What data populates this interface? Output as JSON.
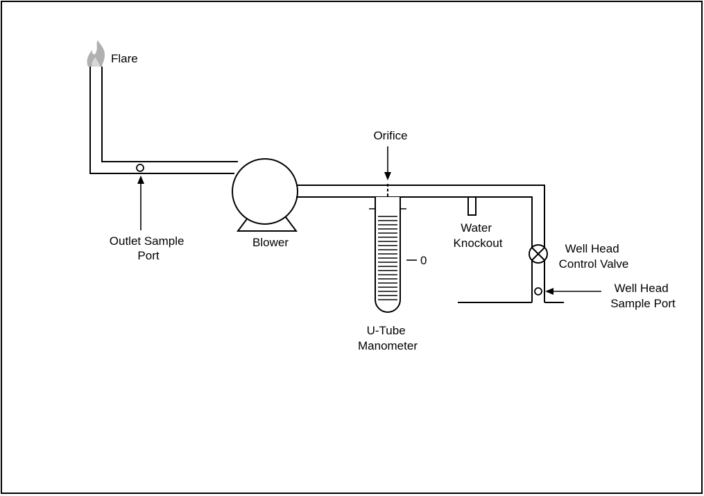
{
  "labels": {
    "flare": "Flare",
    "orifice": "Orifice",
    "outlet_sample_port": [
      "Outlet Sample",
      "Port"
    ],
    "blower": "Blower",
    "water_knockout": [
      "Water",
      "Knockout"
    ],
    "well_head_control_valve": [
      "Well Head",
      "Control Valve"
    ],
    "well_head_sample_port": [
      "Well Head",
      "Sample Port"
    ],
    "manometer_zero": "0",
    "u_tube_manometer": [
      "U-Tube",
      "Manometer"
    ]
  },
  "colors": {
    "line": "#000000",
    "flame": "#b0b0b0",
    "background": "#ffffff"
  }
}
